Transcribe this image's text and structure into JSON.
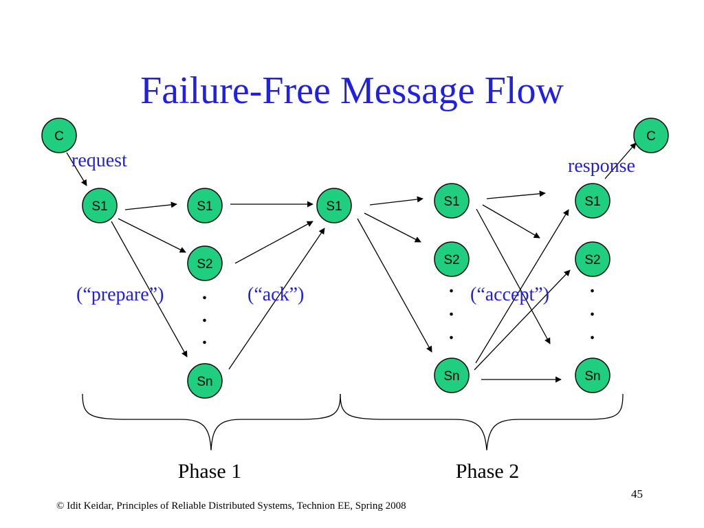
{
  "title": "Failure-Free Message Flow",
  "colors": {
    "title": "#1f1fe6",
    "annotation": "#1f1fe6",
    "node_fill": "#1fcf7f",
    "node_stroke": "#0a0a0a",
    "arrow": "#000000"
  },
  "nodes": {
    "client_left": "C",
    "client_right": "C",
    "p1_s1": "S1",
    "p1_mid_s1": "S1",
    "p1_s2": "S2",
    "p1_sn": "Sn",
    "p1_end_s1": "S1",
    "p2_s1": "S1",
    "p2_s2": "S2",
    "p2_sn": "Sn",
    "p2_end_s1": "S1",
    "p2_end_s2": "S2",
    "p2_end_sn": "Sn"
  },
  "labels": {
    "request": "request",
    "response": "response",
    "prepare": "(“prepare”)",
    "ack": "(“ack”)",
    "accept": "(“accept”)",
    "dot": "."
  },
  "phases": {
    "phase1": "Phase 1",
    "phase2": "Phase 2"
  },
  "footer": {
    "copyright": "© Idit Keidar, Principles of Reliable Distributed Systems, Technion EE, Spring 2008",
    "page_number": "45"
  }
}
